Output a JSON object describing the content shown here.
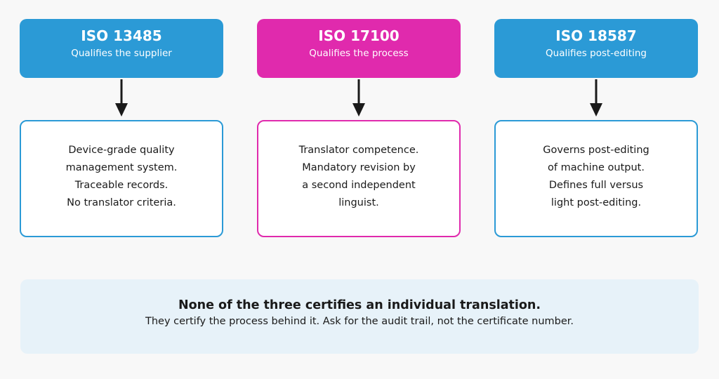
{
  "columns": [
    {
      "title": "ISO 13485",
      "subtitle": "Qualifies the supplier",
      "color": "#2b9ad6",
      "lines": [
        "Device-grade quality",
        "management system.",
        "Traceable records.",
        "No translator criteria."
      ]
    },
    {
      "title": "ISO 17100",
      "subtitle": "Qualifies the process",
      "color": "#e02aad",
      "lines": [
        "Translator competence.",
        "Mandatory revision by",
        "a second independent",
        "linguist."
      ]
    },
    {
      "title": "ISO 18587",
      "subtitle": "Qualifies post-editing",
      "color": "#2b9ad6",
      "lines": [
        "Governs post-editing",
        "of machine output.",
        "Defines full versus",
        "light post-editing."
      ]
    }
  ],
  "arrow_color": "#1a1a1a",
  "footer": {
    "title": "None of the three certifies an individual translation.",
    "subtitle": "They certify the process behind it. Ask for the audit trail, not the certificate number.",
    "background": "#e7f2f9"
  }
}
